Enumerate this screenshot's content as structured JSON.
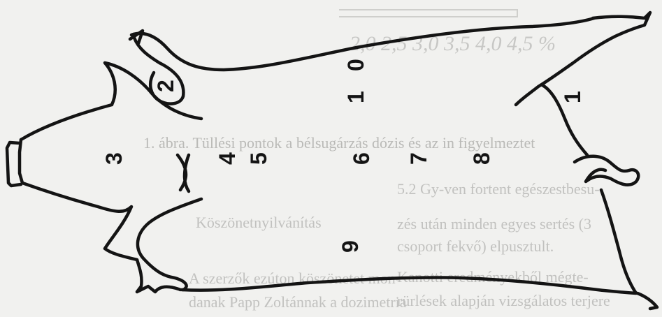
{
  "figure": {
    "labels": {
      "p0": "0",
      "p1": "1",
      "p1b": "1",
      "p2": "2",
      "p3": "3",
      "p4": "4",
      "p5": "5",
      "p6": "6",
      "p7": "7",
      "p8": "8",
      "p9": "9"
    }
  },
  "background_page": {
    "scale_text": "2,0 2,5 3,0 3,5 4,0 4,5 %",
    "caption": "1. ábra. Tüllési pontok a bélsugárzás dózis és az in figyelmeztet",
    "lines": [
      "5.2 Gy-ven fortent egészestbesu-",
      "zés után minden egyes sertés (3",
      "csoport fekvő) elpusztult.",
      "Kanotti eredményekből mégte-",
      "rürlések alapján vizsgálatos terjere"
    ],
    "right_lines": [
      "Köszönetnyilvánítás",
      "A szerzők ezúton köszönetet mon-",
      "danak Papp Zoltánnak a dozimetria"
    ]
  }
}
